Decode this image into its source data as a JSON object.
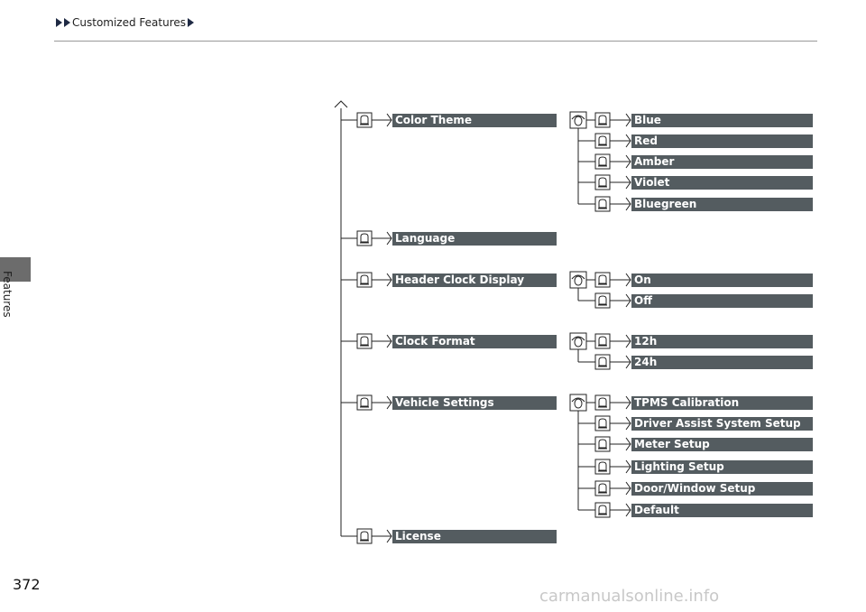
{
  "breadcrumb": {
    "section": "Customized Features"
  },
  "side_tab": {
    "label": "Features"
  },
  "page_number": "372",
  "watermark": "carmanualsonline.info",
  "menu": {
    "items": [
      {
        "label": "Color Theme",
        "options": [
          "Blue",
          "Red",
          "Amber",
          "Violet",
          "Bluegreen"
        ]
      },
      {
        "label": "Language",
        "options": []
      },
      {
        "label": "Header Clock Display",
        "options": [
          "On",
          "Off"
        ]
      },
      {
        "label": "Clock Format",
        "options": [
          "12h",
          "24h"
        ]
      },
      {
        "label": "Vehicle Settings",
        "options": [
          "TPMS Calibration",
          "Driver Assist System Setup",
          "Meter Setup",
          "Lighting Setup",
          "Door/Window Setup",
          "Default"
        ]
      },
      {
        "label": "License",
        "options": []
      }
    ]
  },
  "colors": {
    "bar": "#545c60",
    "line": "#222222",
    "side_tab": "#6c6c6c"
  }
}
